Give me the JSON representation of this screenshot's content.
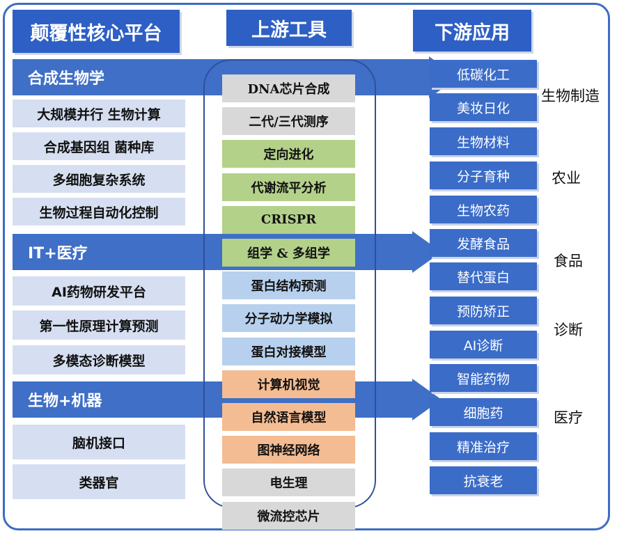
{
  "headers": {
    "left": "颠覆性核心平台",
    "middle": "上游工具",
    "right": "下游应用"
  },
  "sections": [
    {
      "title": "合成生物学",
      "items": [
        "大规模并行 生物计算",
        "合成基因组 菌种库",
        "多细胞复杂系统",
        "生物过程自动化控制"
      ]
    },
    {
      "title": "IT+医疗",
      "items": [
        "AI药物研发平台",
        "第一性原理计算预测",
        "多模态诊断模型"
      ]
    },
    {
      "title": "生物+机器",
      "items": [
        "脑机接口",
        "类器官"
      ]
    }
  ],
  "tools": [
    {
      "label": "DNA芯片合成",
      "color": "gray"
    },
    {
      "label": "二代/三代测序",
      "color": "gray"
    },
    {
      "label": "定向进化",
      "color": "green"
    },
    {
      "label": "代谢流平分析",
      "color": "green"
    },
    {
      "label": "CRISPR",
      "color": "green"
    },
    {
      "label": "组学 & 多组学",
      "color": "green"
    },
    {
      "label": "蛋白结构预测",
      "color": "blue"
    },
    {
      "label": "分子动力学模拟",
      "color": "blue"
    },
    {
      "label": "蛋白对接模型",
      "color": "blue"
    },
    {
      "label": "计算机视觉",
      "color": "orange"
    },
    {
      "label": "自然语言模型",
      "color": "orange"
    },
    {
      "label": "图神经网络",
      "color": "orange"
    },
    {
      "label": "电生理",
      "color": "gray"
    },
    {
      "label": "微流控芯片",
      "color": "gray"
    }
  ],
  "applications": [
    "低碳化工",
    "美妆日化",
    "生物材料",
    "分子育种",
    "生物农药",
    "发酵食品",
    "替代蛋白",
    "预防矫正",
    "AI诊断",
    "智能药物",
    "细胞药",
    "精准治疗",
    "抗衰老"
  ],
  "categories": [
    "生物制造",
    "农业",
    "食品",
    "诊断",
    "医疗"
  ]
}
